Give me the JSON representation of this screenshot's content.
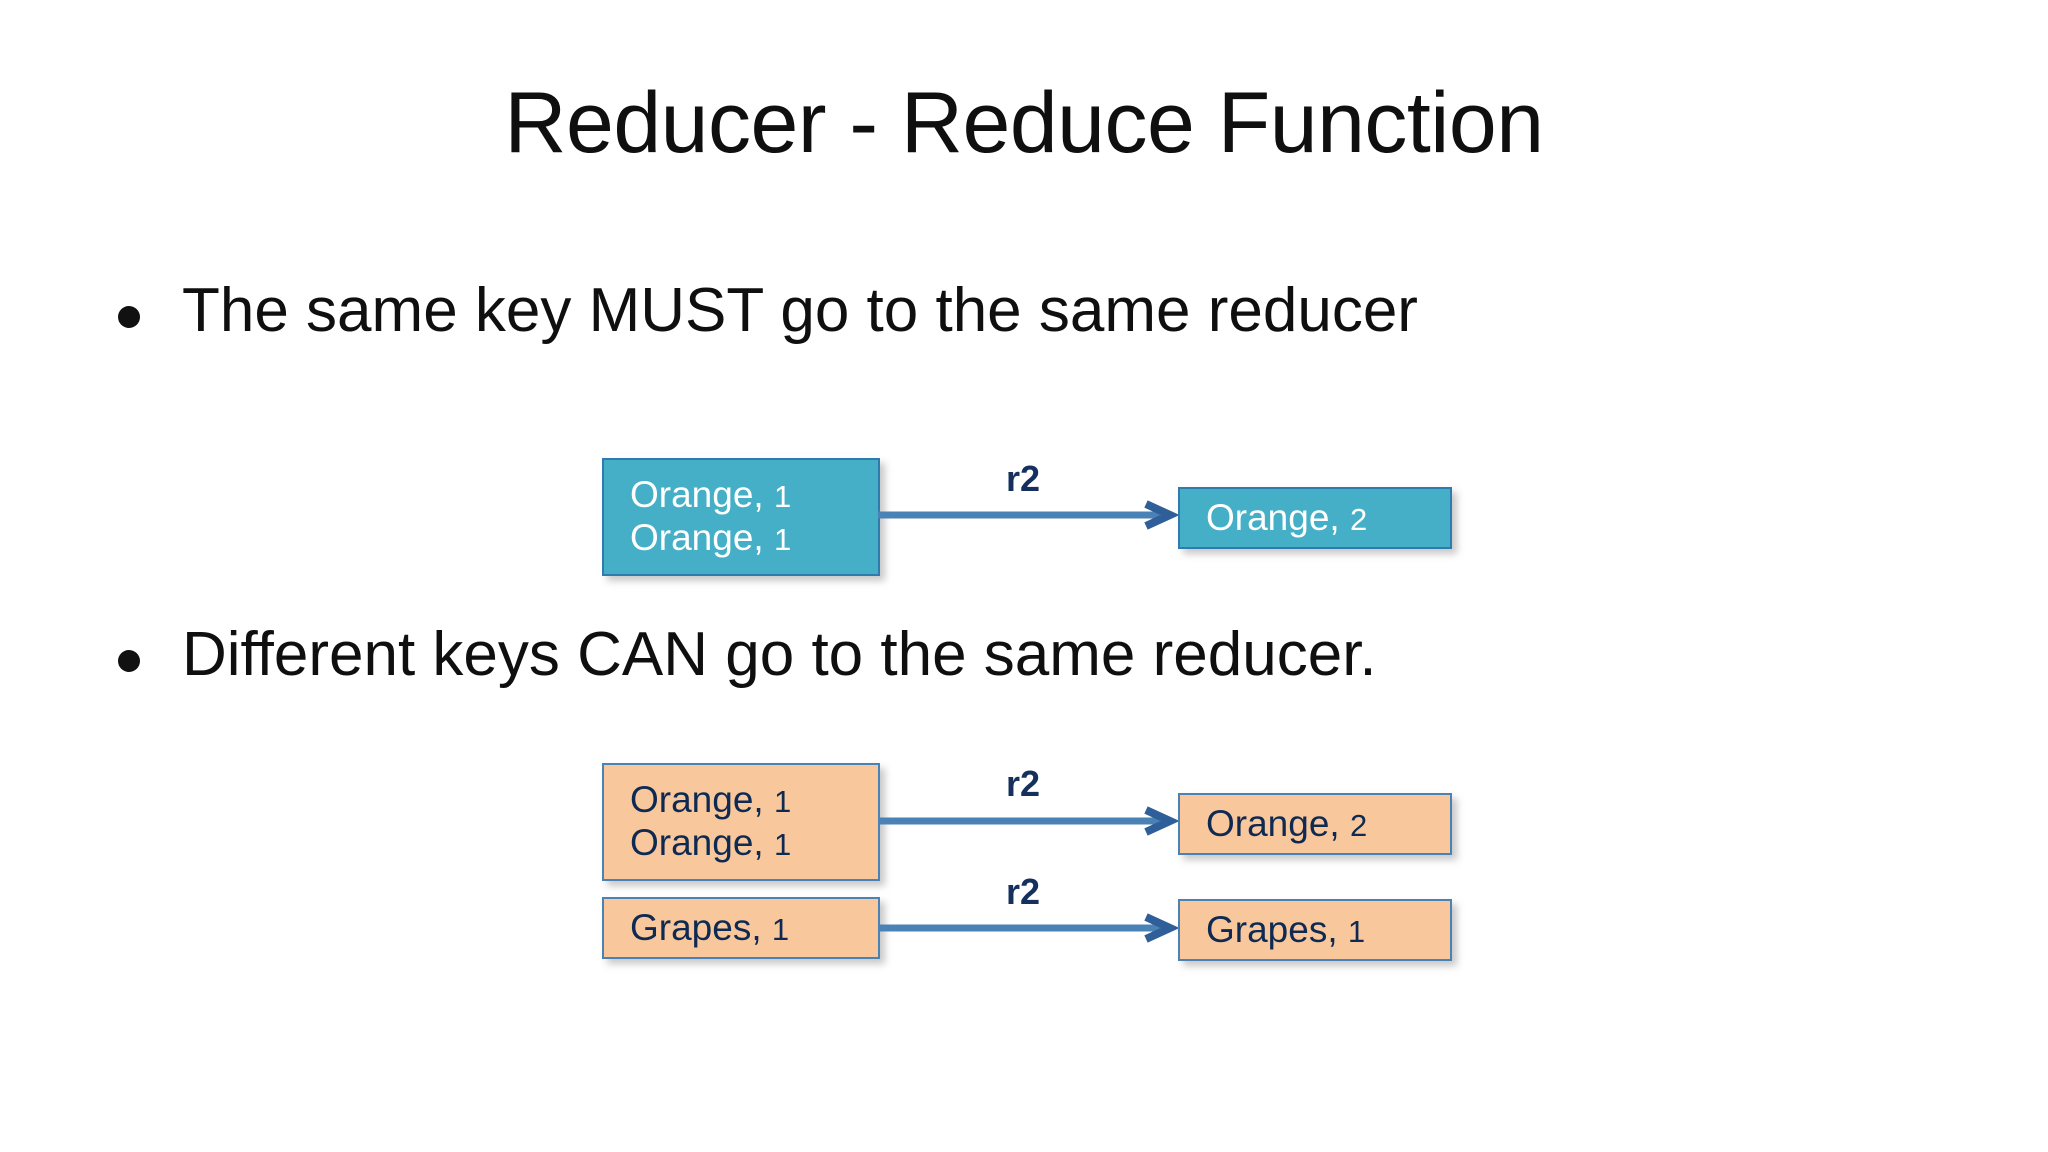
{
  "slide": {
    "title": "Reducer - Reduce Function",
    "background_color": "#FFFFFF"
  },
  "bullets": [
    {
      "marker": "bullet-dot",
      "text": "The same key MUST go to the same reducer"
    },
    {
      "marker": "bullet-dot",
      "text": "Different keys CAN go to the same reducer."
    }
  ],
  "diagrams": [
    {
      "name": "same-key-same-reducer",
      "palette": {
        "fill": "#45AFC8",
        "border": "#2F7BB0",
        "text": "#FFFFFF",
        "arrow": "#4A82B5",
        "label": "#16305E"
      },
      "inputs": [
        {
          "lines": [
            {
              "key": "Orange",
              "count": "1"
            },
            {
              "key": "Orange",
              "count": "1"
            }
          ]
        }
      ],
      "outputs": [
        {
          "lines": [
            {
              "key": "Orange",
              "count": "2"
            }
          ]
        }
      ],
      "arrows": [
        {
          "label": "r2"
        }
      ]
    },
    {
      "name": "different-keys-same-reducer",
      "palette": {
        "fill": "#F8C89C",
        "border": "#4A82B5",
        "text": "#0F2A52",
        "arrow": "#4A82B5",
        "label": "#16305E"
      },
      "inputs": [
        {
          "lines": [
            {
              "key": "Orange",
              "count": "1"
            },
            {
              "key": "Orange",
              "count": "1"
            }
          ]
        },
        {
          "lines": [
            {
              "key": "Grapes",
              "count": "1"
            }
          ]
        }
      ],
      "outputs": [
        {
          "lines": [
            {
              "key": "Orange",
              "count": "2"
            }
          ]
        },
        {
          "lines": [
            {
              "key": "Grapes",
              "count": "1"
            }
          ]
        }
      ],
      "arrows": [
        {
          "label": "r2"
        },
        {
          "label": "r2"
        }
      ]
    }
  ],
  "labels": {
    "d1_in_l1_key": "Orange,",
    "d1_in_l1_count": "1",
    "d1_in_l2_key": "Orange,",
    "d1_in_l2_count": "1",
    "d1_out_l1_key": "Orange,",
    "d1_out_l1_count": "2",
    "d1_arrow1": "r2",
    "d2_in1_l1_key": "Orange,",
    "d2_in1_l1_count": "1",
    "d2_in1_l2_key": "Orange,",
    "d2_in1_l2_count": "1",
    "d2_in2_l1_key": "Grapes,",
    "d2_in2_l1_count": "1",
    "d2_out1_l1_key": "Orange,",
    "d2_out1_l1_count": "2",
    "d2_out2_l1_key": "Grapes,",
    "d2_out2_l1_count": "1",
    "d2_arrow1": "r2",
    "d2_arrow2": "r2"
  }
}
